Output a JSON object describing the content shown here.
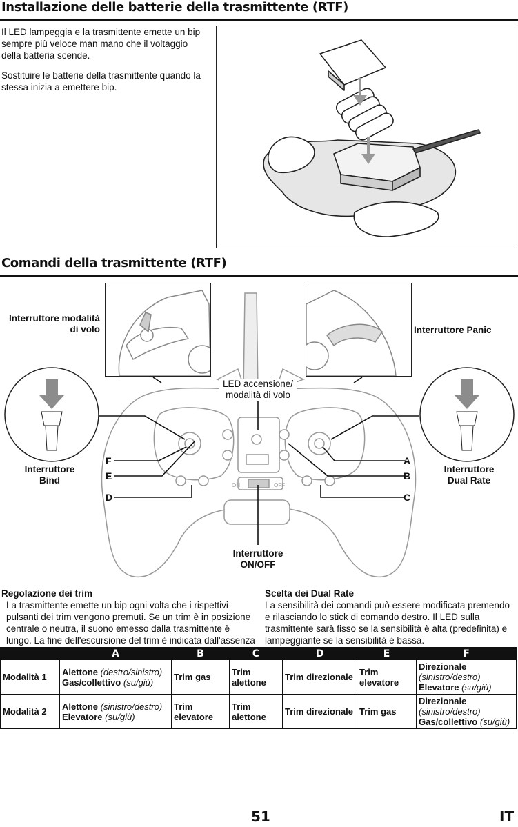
{
  "section1": {
    "title": "Installazione delle batterie della trasmittente (RTF)",
    "para1": "Il LED lampeggia e la trasmittente emette un bip sempre più veloce man mano che il voltaggio della batteria scende.",
    "para2": "Sostituire le batterie della trasmittente quando la stessa inizia a emettere bip."
  },
  "section2": {
    "title": "Comandi della trasmittente (RTF)",
    "labels": {
      "flight_mode_switch": "Interruttore modalità di volo",
      "panic_switch": "Interruttore Panic",
      "led": "LED accensione/ modalità di volo",
      "bind_switch": "Interruttore Bind",
      "dual_rate_switch": "Interruttore Dual Rate",
      "power_switch": "Interruttore ON/OFF",
      "on": "ON",
      "off": "OFF",
      "A": "A",
      "B": "B",
      "C": "C",
      "D": "D",
      "E": "E",
      "F": "F"
    }
  },
  "trim": {
    "heading": "Regolazione dei trim",
    "text": "La trasmittente emette un bip ogni volta che i rispettivi pulsanti dei trim vengono premuti. Se un trim è in posizione centrale o neutra, il suono emesso dalla trasmittente è lungo. La fine dell'escursione del trim è indicata dall'assenza di suoni quando si preme il rispettivo pulsante."
  },
  "dual_rate": {
    "heading": "Scelta dei Dual Rate",
    "text": "La sensibilità dei comandi può essere modificata premendo e rilasciando lo stick di comando destro. Il LED sulla trasmittente sarà fisso se la sensibilità è alta (predefinita) e lampeggiante se la sensibilità è bassa."
  },
  "table": {
    "headers": [
      "",
      "A",
      "B",
      "C",
      "D",
      "E",
      "F"
    ],
    "row1": {
      "mode": "Modalità 1",
      "a1": "Alettone",
      "a1i": "(destro/sinistro)",
      "a2": "Gas/collettivo",
      "a2i": "(su/giù)",
      "b": "Trim gas",
      "c": "Trim alettone",
      "d": "Trim direzionale",
      "e": "Trim elevatore",
      "f1": "Direzionale",
      "f1i": "(sinistro/destro)",
      "f2": "Elevatore",
      "f2i": "(su/giù)"
    },
    "row2": {
      "mode": "Modalità 2",
      "a1": "Alettone",
      "a1i": "(sinistro/destro)",
      "a2": "Elevatore",
      "a2i": "(su/giù)",
      "b": "Trim elevatore",
      "c": "Trim alettone",
      "d": "Trim direzionale",
      "e": "Trim gas",
      "f1": "Direzionale",
      "f1i": "(sinistro/destro)",
      "f2": "Gas/collettivo",
      "f2i": "(su/giù)"
    }
  },
  "footer": {
    "page": "51",
    "lang": "IT"
  }
}
